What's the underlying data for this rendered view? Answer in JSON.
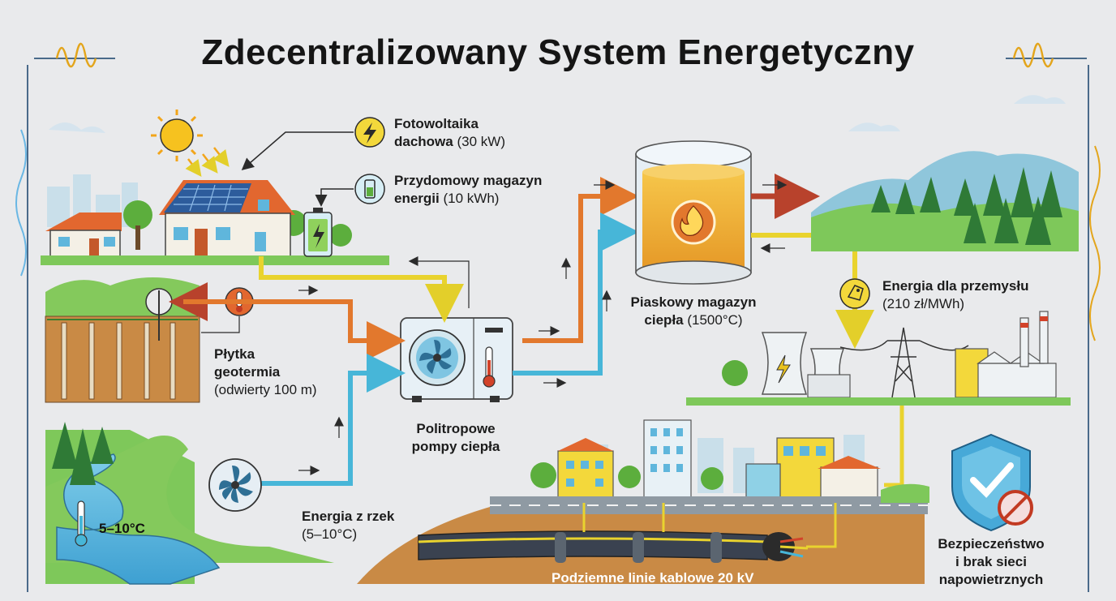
{
  "title": "Zdecentralizowany System Energetyczny",
  "pv": {
    "name": "Fotowoltaika",
    "name2": "dachowa",
    "value": "(30 kW)"
  },
  "battery": {
    "name": "Przydomowy magazyn",
    "name2": "energii",
    "value": "(10 kWh)"
  },
  "geo": {
    "name": "Płytka",
    "name2": "geotermia",
    "value": "(odwierty 100 m)"
  },
  "heatpump": {
    "line1": "Politropowe",
    "line2": "pompy ciepła"
  },
  "sand": {
    "name": "Piaskowy magazyn",
    "name2": "ciepła",
    "value": "(1500°C)"
  },
  "industry": {
    "name": "Energia dla przemysłu",
    "value": "(210 zł/MWh)"
  },
  "river": {
    "name": "Energia z rzek",
    "value": "(5–10°C)",
    "temp": "5–10°C"
  },
  "cable": {
    "label": "Podziemne linie kablowe 20 kV"
  },
  "safety": {
    "line1": "Bezpieczeństwo",
    "line2": "i brak sieci",
    "line3": "napowietrznych"
  },
  "icons": [
    "bolt-icon",
    "battery-icon",
    "thermometer-icon",
    "turbine-icon",
    "flame-icon",
    "tag-icon",
    "shield-check-icon",
    "no-sign-icon",
    "fan-icon",
    "sun-icon"
  ],
  "colors": {
    "orange": "#e2782d",
    "blue": "#47b6d8",
    "yellow": "#e9d32e",
    "green": "#5cae3d",
    "dark": "#2b2b2b"
  }
}
